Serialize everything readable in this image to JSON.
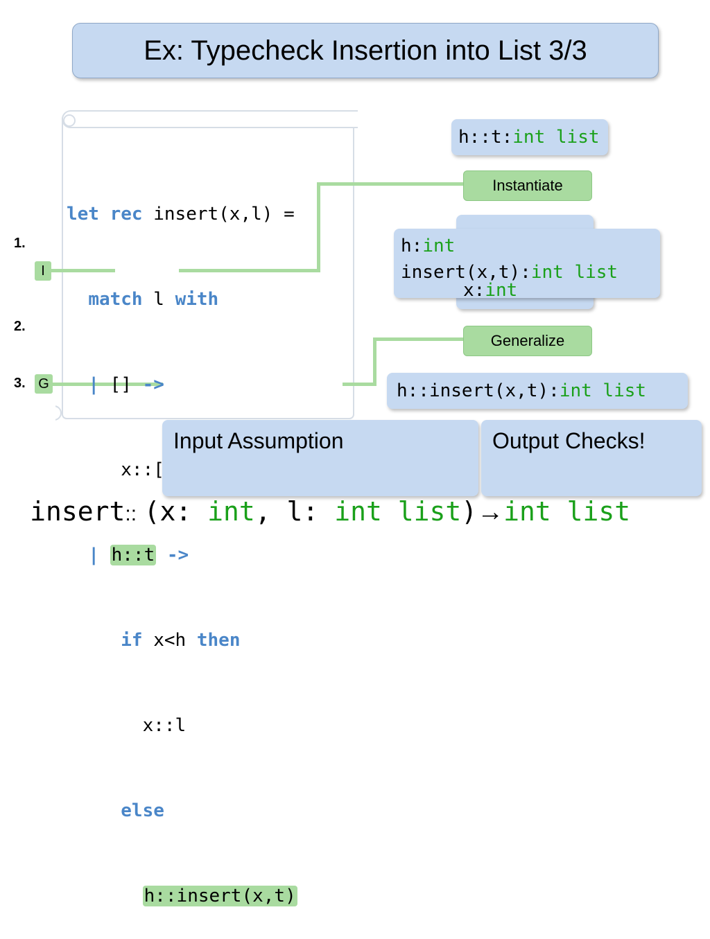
{
  "title": "Ex: Typecheck Insertion into List 3/3",
  "code": {
    "l1_kw1": "let rec",
    "l1_rest": " insert(x,l) =",
    "l2_kw1": "match",
    "l2_mid": " l ",
    "l2_kw2": "with",
    "l3_bar": "|",
    "l3_mid": " [] ",
    "l3_arrow": "->",
    "l4": "x::[]",
    "l5_bar": "|",
    "l5_pat": "h::t",
    "l5_arrow": "->",
    "l6_kw1": "if",
    "l6_mid": " x<h ",
    "l6_kw2": "then",
    "l7": "x::l",
    "l8_kw": "else",
    "l9": "h::insert(x,t)"
  },
  "markers": {
    "n1": "1.",
    "n2": "2.",
    "n3": "3.",
    "tag_i": "I",
    "tag_g": "G"
  },
  "boxes": {
    "ht_name": "h::t:",
    "ht_type": "int list",
    "instantiate": "Instantiate",
    "h_name": "h:",
    "h_type": "int",
    "ins_name": "insert(x,t):",
    "ins_type": "int list",
    "x_name": "x:",
    "x_type": "int",
    "generalize": "Generalize",
    "hins_name": "h::insert(x,t):",
    "hins_type": "int list"
  },
  "signature": {
    "fn": "insert",
    "sep": "::",
    "input_label": "Input Assumption",
    "paren_open": "(x:",
    "x_type": " int",
    "comma": ", l:",
    "l_type": " int list",
    "paren_close": ")",
    "output_label": "Output Checks!",
    "arrow": "→",
    "ret_type": "int list"
  }
}
